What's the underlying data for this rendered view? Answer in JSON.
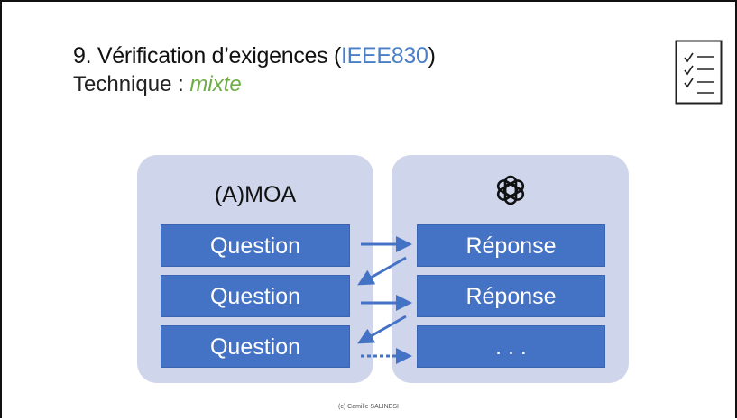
{
  "slide": {
    "title": "9. Vérification d’exigences",
    "title_ref_open": "(",
    "title_ref": "IEEE830",
    "title_ref_close": ")",
    "subtitle_prefix": "Technique : ",
    "subtitle_mode": "mixte",
    "checklist_icon": "checklist-icon",
    "footer": "(c) Camille SALINESI"
  },
  "left_panel": {
    "heading": "(A)MOA",
    "boxes": [
      "Question",
      "Question",
      "Question"
    ]
  },
  "right_panel": {
    "logo_icon": "openai-logo-icon",
    "boxes": [
      "Réponse",
      "Réponse",
      ". . ."
    ]
  },
  "colors": {
    "box": "#4472c4",
    "panel": "#cfd5ea",
    "title_ref": "#4a7fc7",
    "mode": "#70ad47"
  }
}
